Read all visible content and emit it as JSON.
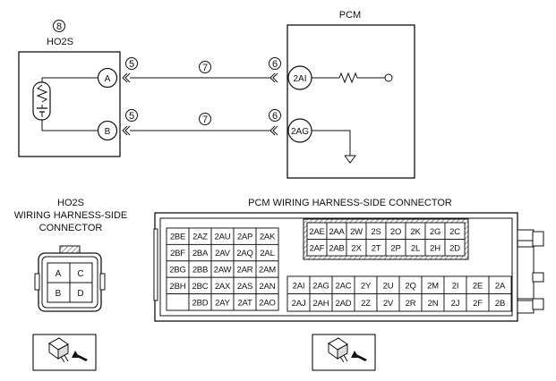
{
  "schematic": {
    "pcm_label": "PCM",
    "sensor_label": "HO2S",
    "sensor_callout": "8",
    "sensor_pins": [
      "A",
      "B"
    ],
    "pcm_pins": [
      "2AI",
      "2AG"
    ],
    "callouts": {
      "sensor_side": "5",
      "wire": "7",
      "pcm_side": "6"
    }
  },
  "ho2s_connector": {
    "title_lines": [
      "HO2S",
      "WIRING HARNESS-SIDE",
      "CONNECTOR"
    ],
    "pins": [
      "A",
      "C",
      "B",
      "D"
    ]
  },
  "pcm_connector": {
    "title": "PCM WIRING HARNESS-SIDE CONNECTOR",
    "left_rows": [
      [
        "2BE",
        "2AZ",
        "2AU",
        "2AP",
        "2AK"
      ],
      [
        "2BF",
        "2BA",
        "2AV",
        "2AQ",
        "2AL"
      ],
      [
        "2BG",
        "2BB",
        "2AW",
        "2AR",
        "2AM"
      ],
      [
        "2BH",
        "2BC",
        "2AX",
        "2AS",
        "2AN"
      ],
      [
        "",
        "2BD",
        "2AY",
        "2AT",
        "2AO"
      ]
    ],
    "top_right_rows": [
      [
        "2AE",
        "2AA",
        "2W",
        "2S",
        "2O",
        "2K",
        "2G",
        "2C"
      ],
      [
        "2AF",
        "2AB",
        "2X",
        "2T",
        "2P",
        "2L",
        "2H",
        "2D"
      ]
    ],
    "bottom_right_rows": [
      [
        "2AI",
        "2AG",
        "2AC",
        "2Y",
        "2U",
        "2Q",
        "2M",
        "2I",
        "2E",
        "2A"
      ],
      [
        "2AJ",
        "2AH",
        "2AD",
        "2Z",
        "2V",
        "2R",
        "2N",
        "2J",
        "2F",
        "2B"
      ]
    ]
  }
}
